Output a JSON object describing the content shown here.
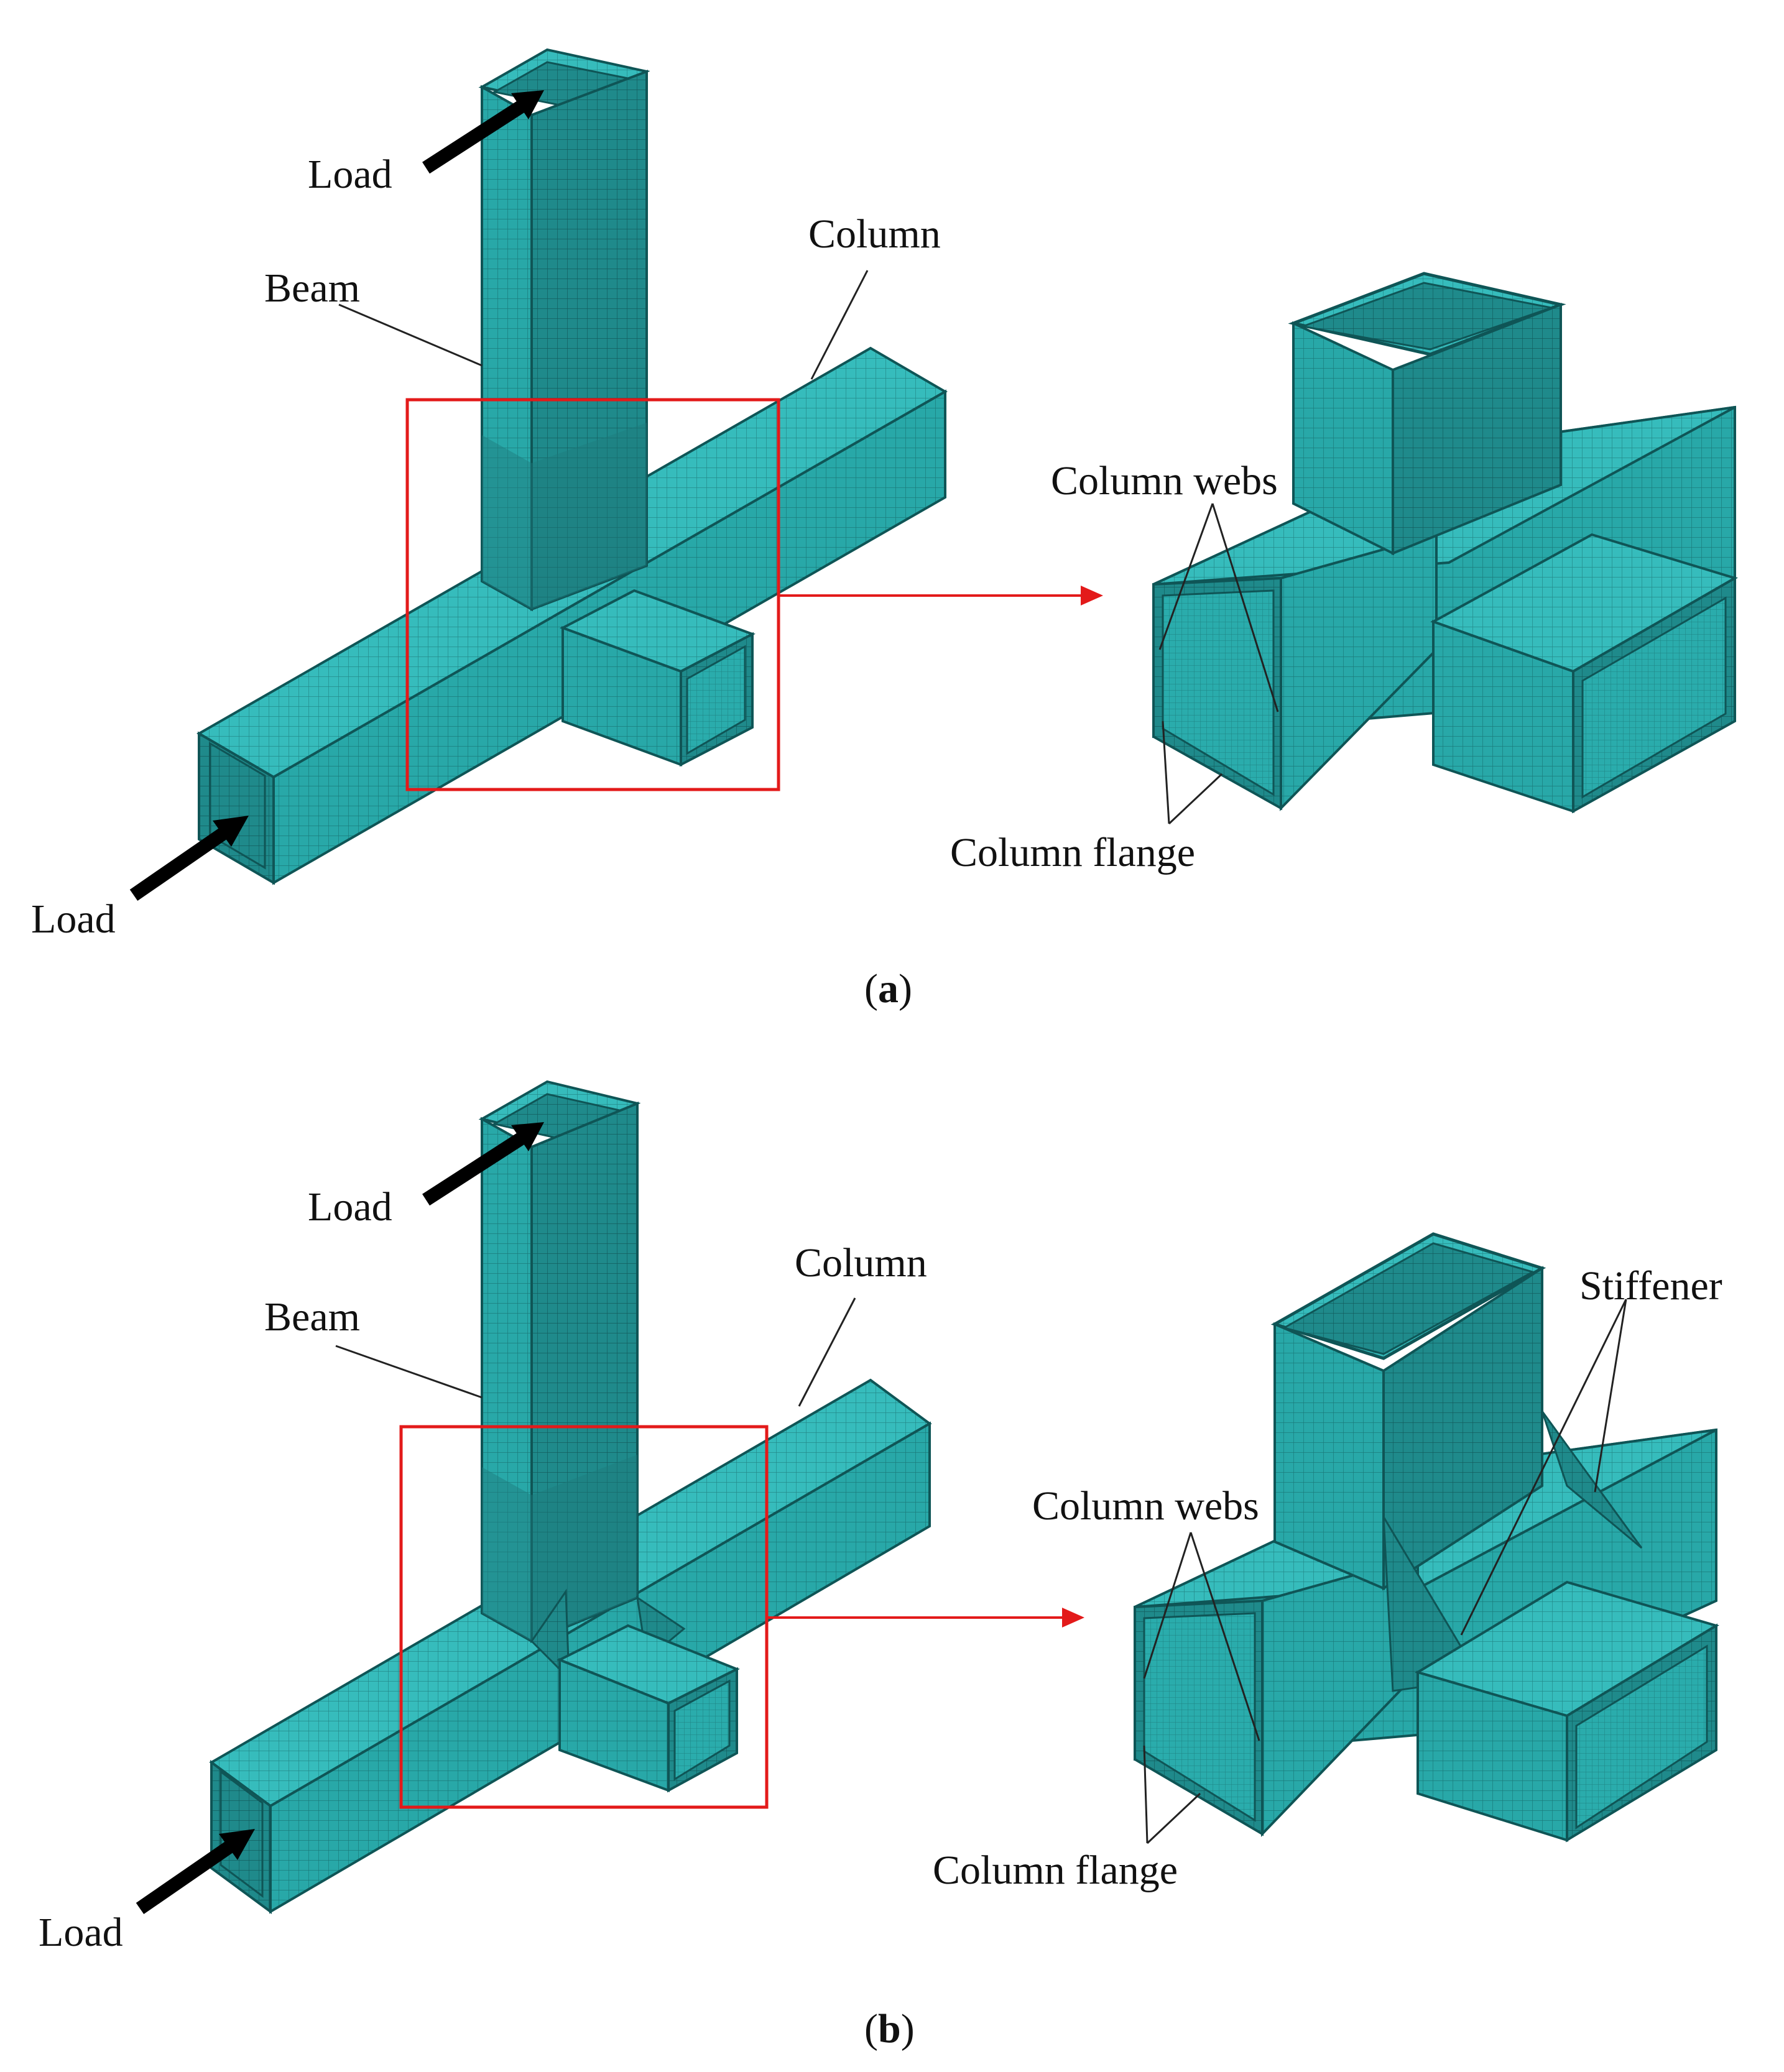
{
  "figure": {
    "mesh_color": "#28a8a8",
    "mesh_dark": "#1c7f80",
    "mesh_light": "#3cc2c2",
    "mesh_line": "#0f5556",
    "highlight_color": "#e31a1a",
    "arrow_color": "#000000",
    "panels": [
      {
        "id": "a",
        "caption_open": "(",
        "caption_letter": "a",
        "caption_close": ")",
        "labels": {
          "load_top": "Load",
          "load_bottom": "Load",
          "beam": "Beam",
          "column": "Column",
          "column_webs": "Column webs",
          "column_flange": "Column flange"
        },
        "has_stiffener": false
      },
      {
        "id": "b",
        "caption_open": "(",
        "caption_letter": "b",
        "caption_close": ")",
        "labels": {
          "load_top": "Load",
          "load_bottom": "Load",
          "beam": "Beam",
          "column": "Column",
          "column_webs": "Column webs",
          "column_flange": "Column flange",
          "stiffener": "Stiffener"
        },
        "has_stiffener": true
      }
    ]
  }
}
